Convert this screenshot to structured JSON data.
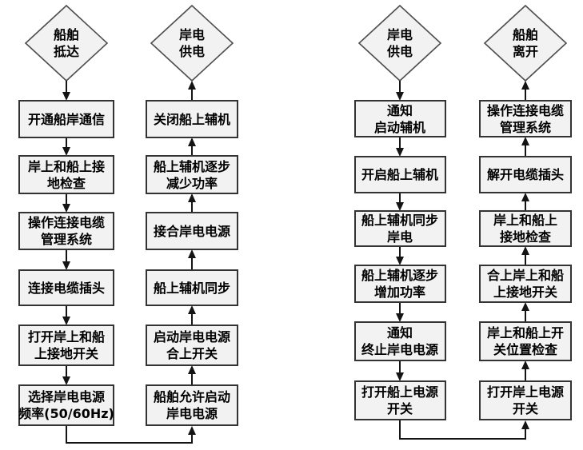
{
  "diagram": {
    "title": "ship-shore-power-connection-flowchart",
    "colors": {
      "background": "#ffffff",
      "node_fill": "#f2f2f2",
      "node_border": "#333333",
      "terminal_border": "#4d4d4d",
      "arrow": "#141414",
      "text": "#000000"
    },
    "columns": [
      {
        "id": "ship-arrival",
        "flow": "down",
        "terminal": {
          "lines": [
            "船舶",
            "抵达"
          ]
        },
        "steps": [
          {
            "lines": [
              "开通船岸通信"
            ]
          },
          {
            "lines": [
              "岸上和船上接",
              "地检查"
            ]
          },
          {
            "lines": [
              "操作连接电缆",
              "管理系统"
            ]
          },
          {
            "lines": [
              "连接电缆插头"
            ]
          },
          {
            "lines": [
              "打开岸上和船",
              "上接地开关"
            ]
          },
          {
            "lines": [
              "选择岸电电源",
              "频率(50/60Hz)"
            ]
          }
        ]
      },
      {
        "id": "shore-power-on",
        "flow": "up",
        "terminal": {
          "lines": [
            "岸电",
            "供电"
          ]
        },
        "steps": [
          {
            "lines": [
              "关闭船上辅机"
            ]
          },
          {
            "lines": [
              "船上辅机逐步",
              "减少功率"
            ]
          },
          {
            "lines": [
              "接合岸电电源"
            ]
          },
          {
            "lines": [
              "船上辅机同步"
            ]
          },
          {
            "lines": [
              "启动岸电电源",
              "合上开关"
            ]
          },
          {
            "lines": [
              "船舶允许启动",
              "岸电电源"
            ]
          }
        ]
      },
      {
        "id": "shore-power-supply",
        "flow": "down",
        "terminal": {
          "lines": [
            "岸电",
            "供电"
          ]
        },
        "steps": [
          {
            "lines": [
              "通知",
              "启动辅机"
            ]
          },
          {
            "lines": [
              "开启船上辅机"
            ]
          },
          {
            "lines": [
              "船上辅机同步",
              "岸电"
            ]
          },
          {
            "lines": [
              "船上辅机逐步",
              "增加功率"
            ]
          },
          {
            "lines": [
              "通知",
              "终止岸电电源"
            ]
          },
          {
            "lines": [
              "打开船上电源",
              "开关"
            ]
          }
        ]
      },
      {
        "id": "ship-departure",
        "flow": "up",
        "terminal": {
          "lines": [
            "船舶",
            "离开"
          ]
        },
        "steps": [
          {
            "lines": [
              "操作连接电缆",
              "管理系统"
            ]
          },
          {
            "lines": [
              "解开电缆插头"
            ]
          },
          {
            "lines": [
              "岸上和船上",
              "接地检查"
            ]
          },
          {
            "lines": [
              "合上岸上和船",
              "上接地开关"
            ]
          },
          {
            "lines": [
              "岸上和船上开",
              "关位置检查"
            ]
          },
          {
            "lines": [
              "打开岸上电源",
              "开关"
            ]
          }
        ]
      }
    ],
    "connectors": [
      {
        "from_column": 0,
        "to_column": 1
      },
      {
        "from_column": 2,
        "to_column": 3
      }
    ]
  }
}
